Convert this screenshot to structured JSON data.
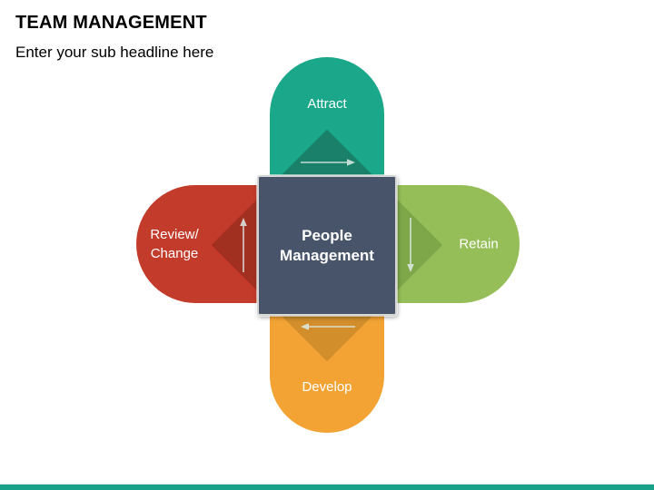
{
  "slide": {
    "title": "TEAM MANAGEMENT",
    "subtitle": "Enter your sub headline here",
    "background": "#FFFFFF"
  },
  "diagram": {
    "center": {
      "label": "People Management",
      "color": "#475469",
      "border_color": "#D6D6D6",
      "text_color": "#FFFFFF"
    },
    "arrow_color": "#E0EDE9",
    "nodes": [
      {
        "position": "top",
        "label": "Attract",
        "color": "#1BA78A",
        "accent": "#1A8069",
        "arrow": "right"
      },
      {
        "position": "right",
        "label": "Retain",
        "color": "#96BE58",
        "accent": "#7EA74A",
        "arrow": "down"
      },
      {
        "position": "bottom",
        "label": "Develop",
        "color": "#F2A334",
        "accent": "#D18E2B",
        "arrow": "left"
      },
      {
        "position": "left",
        "label": "Review/ Change",
        "color": "#C23B2B",
        "accent": "#A23021",
        "arrow": "up"
      }
    ]
  },
  "footer": {
    "bar_color": "#18A189"
  }
}
